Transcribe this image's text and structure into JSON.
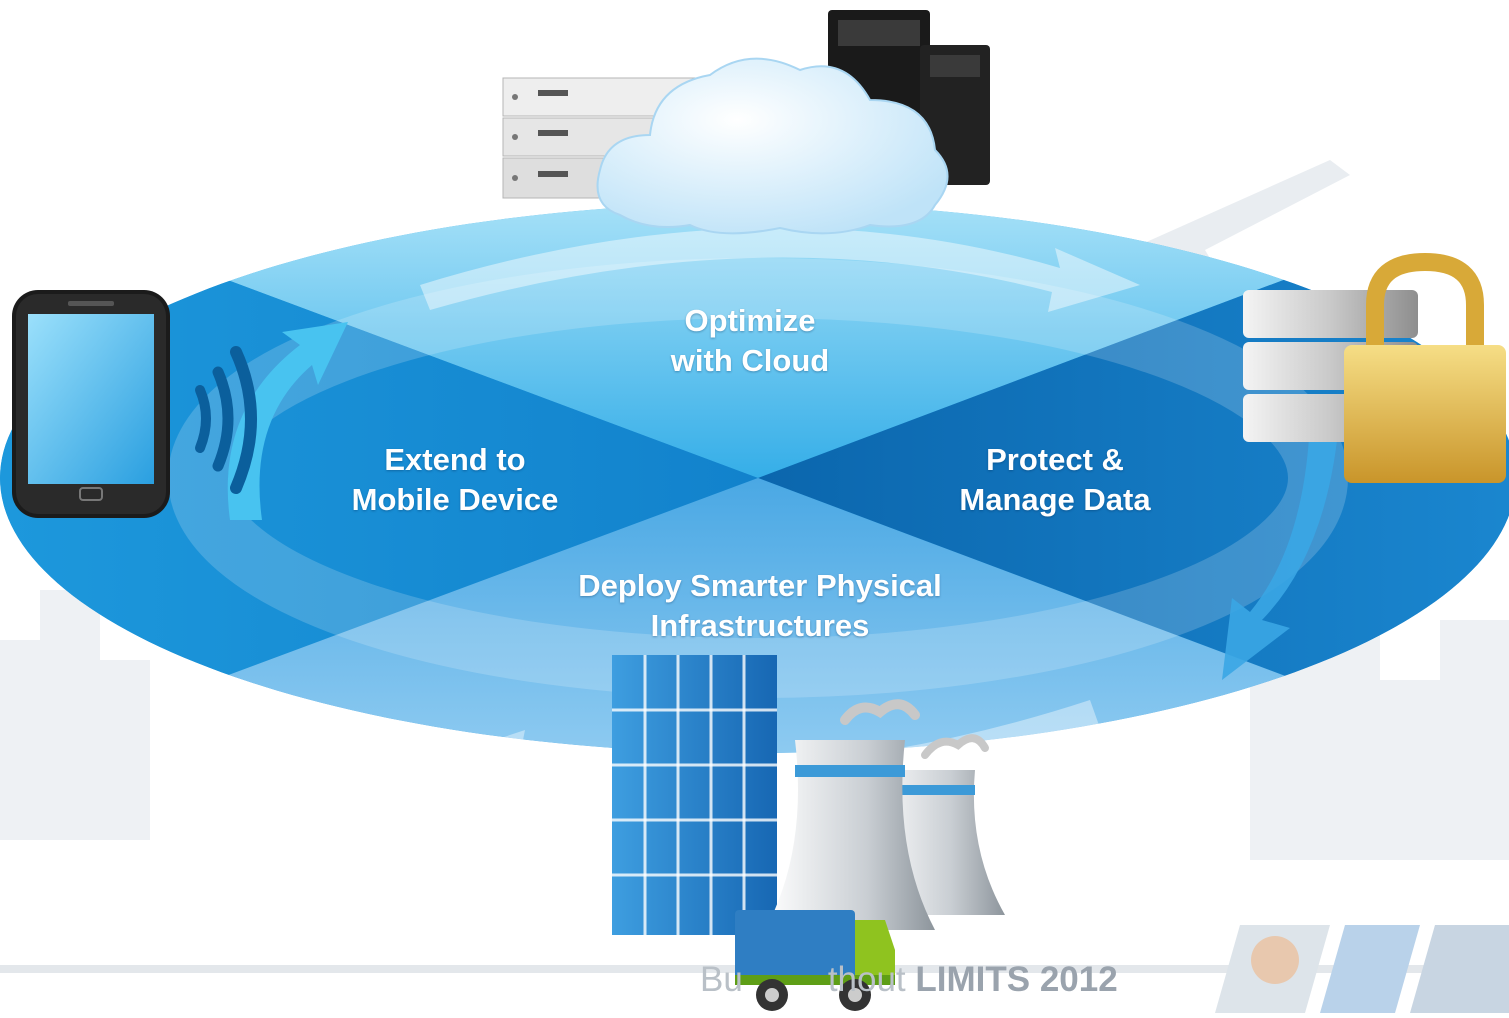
{
  "diagram": {
    "quadrants": {
      "top": {
        "line1": "Optimize",
        "line2": "with Cloud"
      },
      "left": {
        "line1": "Extend to",
        "line2": "Mobile Device"
      },
      "right": {
        "line1": "Protect &",
        "line2": "Manage Data"
      },
      "bottom": {
        "line1": "Deploy Smarter Physical",
        "line2": "Infrastructures"
      }
    },
    "colors": {
      "ellipse_outer": "#1a8fd6",
      "quadrant_top": "#3fb3ea",
      "quadrant_left": "#1584cc",
      "quadrant_right": "#0e6fb6",
      "quadrant_bottom": "#56aee6",
      "lock": "#e3b640",
      "truck": "#8fc31f"
    }
  },
  "footer": {
    "brand_light": "Bu",
    "brand_light2": "thout ",
    "brand_bold": "LIMITS",
    "year": "2012"
  }
}
